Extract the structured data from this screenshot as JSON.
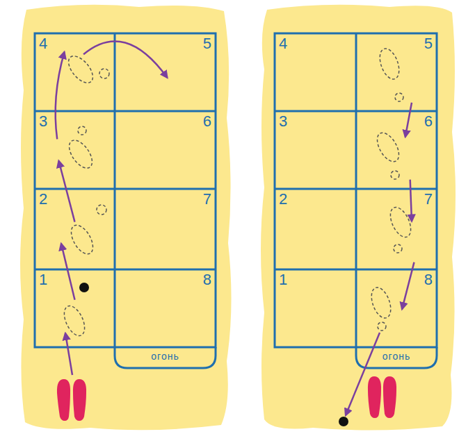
{
  "diagram": {
    "nodes": [
      {
        "text": [
          "4"
        ]
      },
      {
        "text": [
          "5"
        ]
      },
      {
        "text": [
          "3"
        ]
      },
      {
        "text": [
          "6"
        ]
      },
      {
        "text": [
          "2"
        ]
      },
      {
        "text": [
          "7"
        ]
      },
      {
        "text": [
          "1"
        ]
      },
      {
        "text": [
          "8"
        ]
      },
      {
        "text": [
          "огонь"
        ]
      },
      {
        "text": [
          "4"
        ]
      },
      {
        "text": [
          "5"
        ]
      },
      {
        "text": [
          "3"
        ]
      },
      {
        "text": [
          "6"
        ]
      },
      {
        "text": [
          "2"
        ]
      },
      {
        "text": [
          "7"
        ]
      },
      {
        "text": [
          "1"
        ]
      },
      {
        "text": [
          "8"
        ]
      },
      {
        "text": [
          "огонь"
        ]
      }
    ],
    "edges": [
      {
        "from": 6,
        "to": 4,
        "arrow": "to"
      },
      {
        "from": 4,
        "to": 2,
        "arrow": "to"
      },
      {
        "from": 2,
        "to": 0,
        "arrow": "to"
      },
      {
        "from": 0,
        "to": 1,
        "arrow": "to"
      },
      {
        "from": 10,
        "to": 12,
        "arrow": "to"
      },
      {
        "from": 12,
        "to": 14,
        "arrow": "to"
      },
      {
        "from": 14,
        "to": 16,
        "arrow": "to"
      }
    ]
  }
}
